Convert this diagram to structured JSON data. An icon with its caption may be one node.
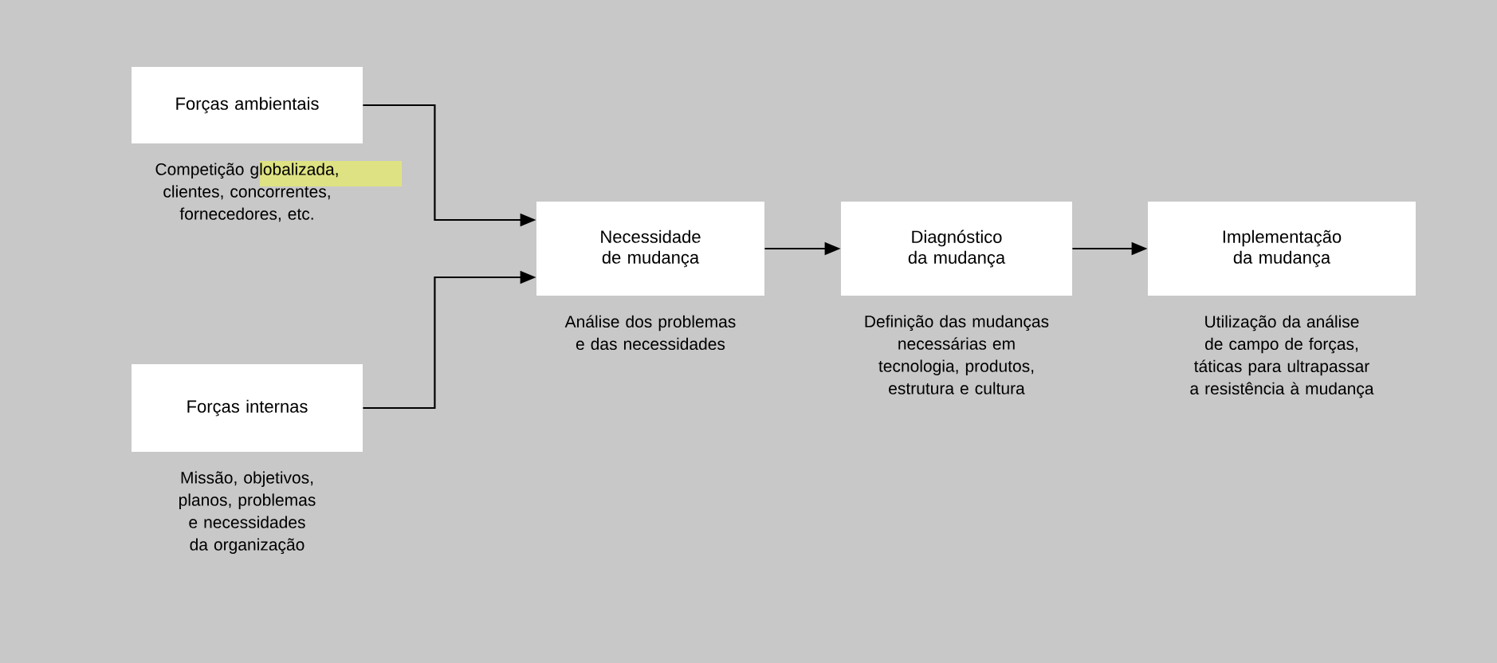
{
  "diagram": {
    "nodes": [
      {
        "text": [
          "Forças ambientais"
        ],
        "beside": [
          "Competição globalizada, clientes, concorrentes, fornecedores, etc."
        ]
      },
      {
        "text": [
          "Forças internas"
        ],
        "beside": [
          "Missão, objetivos, planos, problemas e necessidades da organização"
        ]
      },
      {
        "text": [
          "Necessidade de mudança"
        ],
        "beside": [
          "Análise dos problemas e das necessidades"
        ]
      },
      {
        "text": [
          "Diagnóstico da mudança"
        ],
        "beside": [
          "Definição das mudanças necessárias em tecnologia, produtos, estrutura e cultura"
        ]
      },
      {
        "text": [
          "Implementação da mudança"
        ],
        "beside": [
          "Utilização da análise de campo de forças, táticas para ultrapassar a resistência à mudança"
        ]
      }
    ],
    "edges": [
      {
        "from": 0,
        "to": 2,
        "arrow": "to"
      },
      {
        "from": 1,
        "to": 2,
        "arrow": "to"
      },
      {
        "from": 2,
        "to": 3,
        "arrow": "to"
      },
      {
        "from": 3,
        "to": 4,
        "arrow": "to"
      }
    ]
  }
}
